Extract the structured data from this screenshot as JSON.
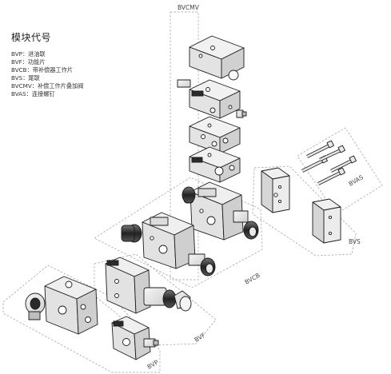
{
  "legend": {
    "title": "模块代号",
    "items": [
      {
        "code": "BVP",
        "sep": "：",
        "desc": "进油联"
      },
      {
        "code": "BVF",
        "sep": "：",
        "desc": "功能片"
      },
      {
        "code": "BVCB",
        "sep": "：",
        "desc": "带补偿器工作片"
      },
      {
        "code": "BVS",
        "sep": "：",
        "desc": "尾联"
      },
      {
        "code": "BVCMV",
        "sep": "：",
        "desc": "补偿工作片叠加阀"
      },
      {
        "code": "BVAS",
        "sep": "：",
        "desc": "连接螺钉"
      }
    ]
  },
  "labels": {
    "bvcmv": "BVCMV",
    "bvas": "BVAS",
    "bvs": "BVS",
    "bvcb": "BVCB",
    "bvf": "BVF",
    "bvp": "BVP"
  },
  "colors": {
    "line": "#1c1c1c",
    "dashed": "#9a9a9a",
    "face_top": "#f2f2f2",
    "face_left": "#d9d9d9",
    "face_right": "#ebebeb"
  }
}
